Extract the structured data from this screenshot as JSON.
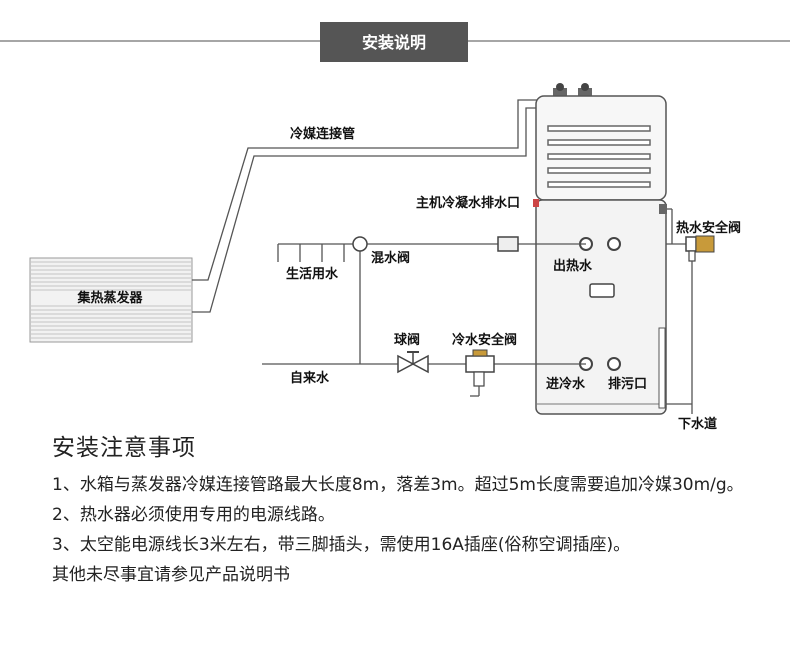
{
  "banner": {
    "title": "安装说明",
    "color": "#555555"
  },
  "labels": {
    "refrigerant_pipe": "冷媒连接管",
    "evaporator": "集热蒸发器",
    "condensate_drain": "主机冷凝水排水口",
    "hot_water_safety_valve": "热水安全阀",
    "domestic_water": "生活用水",
    "mixing_valve": "混水阀",
    "hot_water_out": "出热水",
    "ball_valve": "球阀",
    "cold_water_safety_valve": "冷水安全阀",
    "tap_water": "自来水",
    "cold_water_in": "进冷水",
    "sewage_outlet": "排污口",
    "floor_drain": "下水道"
  },
  "notes": {
    "title": "安装注意事项",
    "items": [
      "1、水箱与蒸发器冷媒连接管路最大长度8m，落差3m。超过5m长度需要追加冷媒30m/g。",
      "2、热水器必须使用专用的电源线路。",
      "3、太空能电源线长3米左右，带三脚插头，需使用16A插座(俗称空调插座)。"
    ],
    "footer": "其他未尽事宜请参见产品说明书"
  }
}
